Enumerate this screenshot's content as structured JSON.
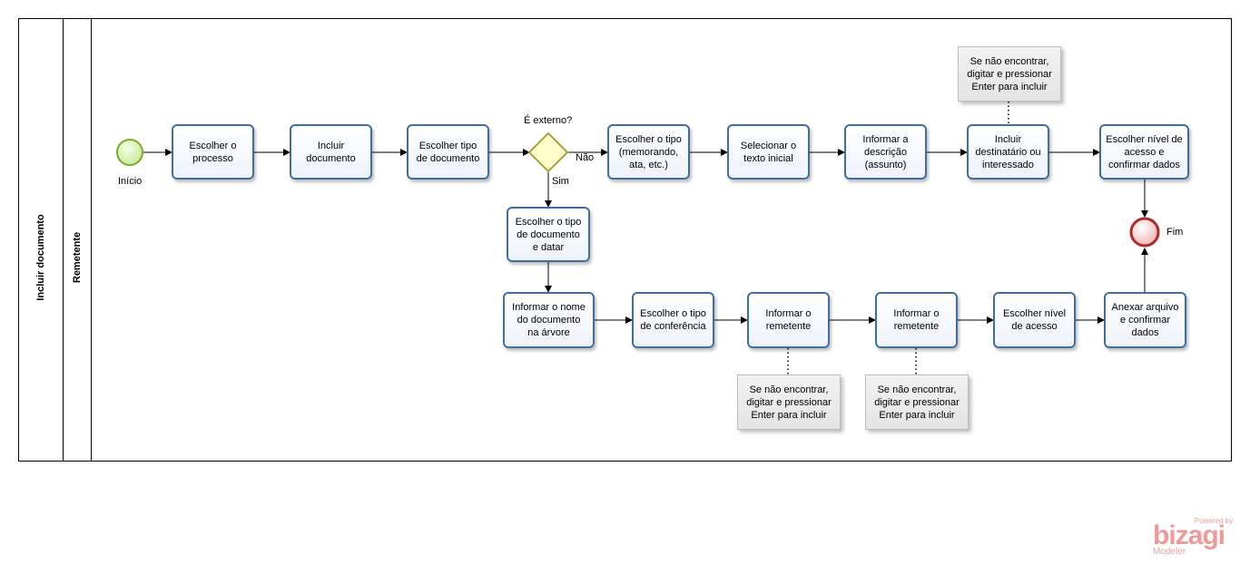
{
  "pool": {
    "label": "Incluir documento"
  },
  "lane": {
    "label": "Remetente"
  },
  "events": {
    "start": {
      "label": "Início"
    },
    "end": {
      "label": "Fim"
    }
  },
  "gateway": {
    "label": "É externo?",
    "no_label": "Não",
    "yes_label": "Sim"
  },
  "tasks": {
    "escolher_processo": "Escolher o\nprocesso",
    "incluir_documento": "Incluir\ndocumento",
    "escolher_tipo_documento": "Escolher tipo\nde documento",
    "escolher_tipo_memorando": "Escolher o tipo\n(memorando,\nata, etc.)",
    "selecionar_texto": "Selecionar o\ntexto inicial",
    "informar_descricao": "Informar a\ndescrição\n(assunto)",
    "incluir_destinatario": "Incluir\ndestinatário ou\ninteressado",
    "escolher_nivel_confirmar": "Escolher nível de\nacesso e\nconfirmar dados",
    "escolher_tipo_datar": "Escolher o tipo\nde documento\ne datar",
    "informar_nome_arvore": "Informar o nome\ndo documento\nna árvore",
    "escolher_tipo_conferencia": "Escolher o tipo\nde conferência",
    "informar_remetente_1": "Informar o\nremetente",
    "informar_remetente_2": "Informar o\nremetente",
    "escolher_nivel_acesso": "Escolher nível\nde acesso",
    "anexar_arquivo": "Anexar arquivo\ne confirmar\ndados"
  },
  "notes": {
    "top": "Se não encontrar,\ndigitar e pressionar\nEnter para incluir",
    "bottom_1": "Se não encontrar,\ndigitar e pressionar\nEnter para incluir",
    "bottom_2": "Se não encontrar,\ndigitar e pressionar\nEnter para incluir"
  },
  "branding": {
    "powered_by": "Powered by",
    "name": "bizagi",
    "product": "Modeler"
  },
  "colors": {
    "task_border": "#3f6f9e",
    "start_fill": "#d8f0b0",
    "start_border": "#7aab2f",
    "end_fill": "#f3c6c6",
    "end_border": "#b02a2a",
    "gateway_fill": "#ffffcc",
    "gateway_border": "#a6a23a"
  }
}
